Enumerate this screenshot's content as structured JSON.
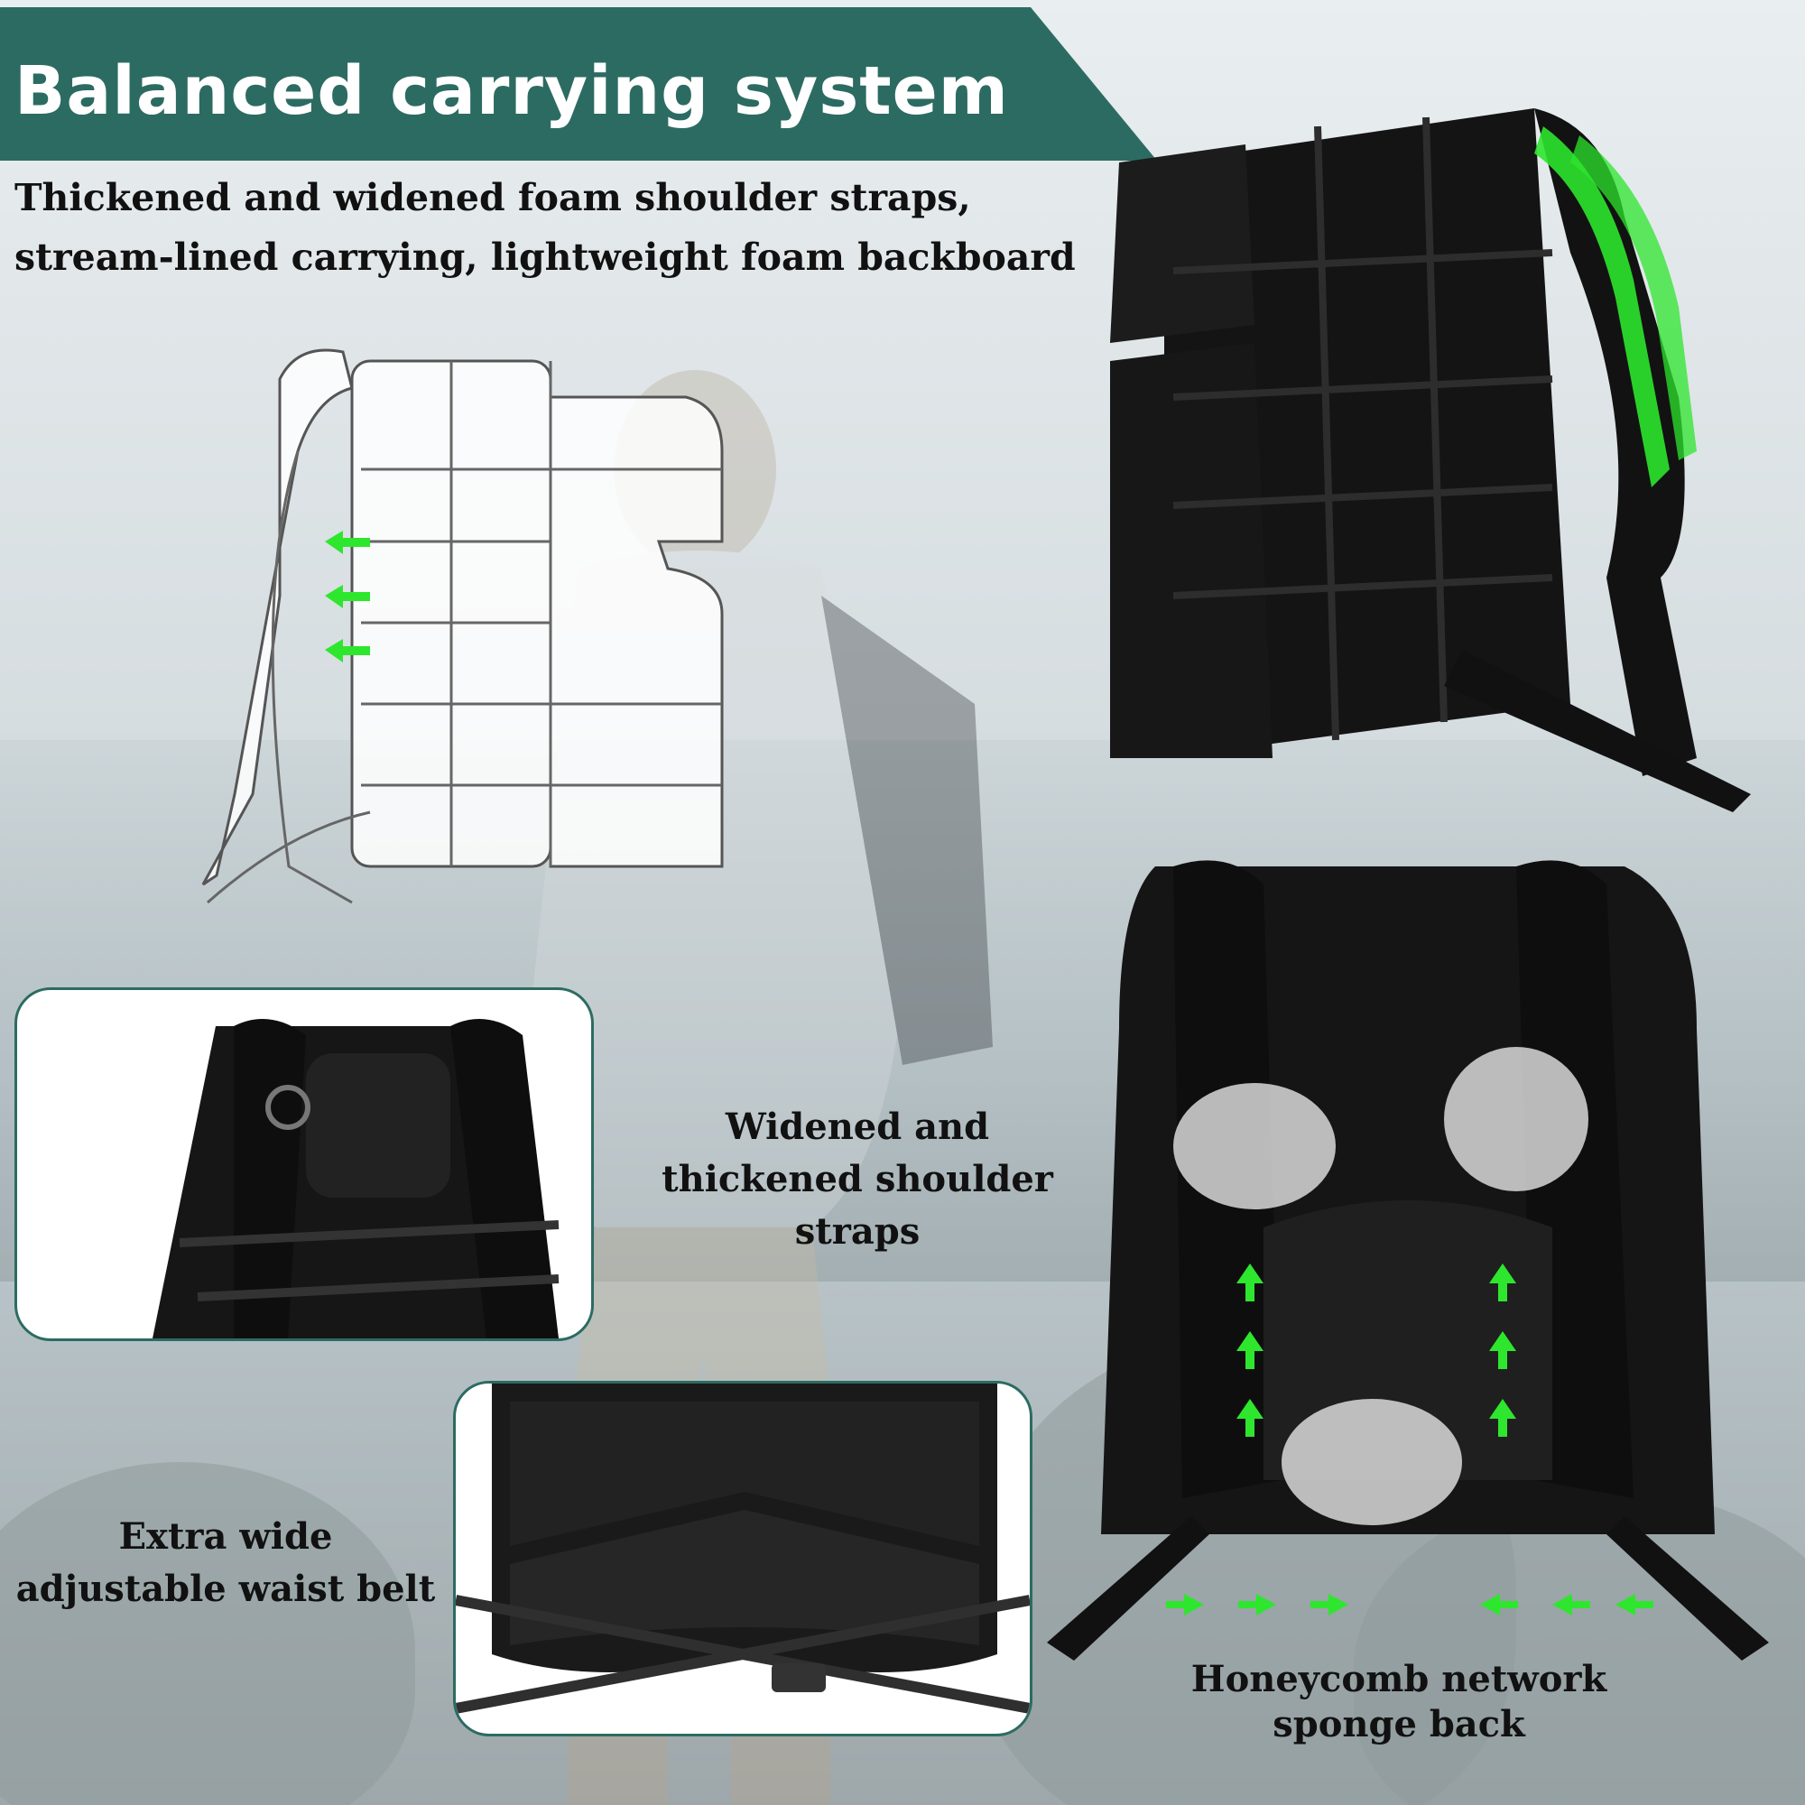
{
  "banner": {
    "title": "Balanced carrying system",
    "color": "#2c6b62"
  },
  "subtitle": "Thickened and widened foam shoulder straps, stream-lined carrying, lightweight foam backboard",
  "features": {
    "shoulder_straps": "Widened and thickened shoulder straps",
    "waist_belt": "Extra wide adjustable waist belt",
    "back_panel": "Honeycomb network sponge back"
  },
  "colors": {
    "accent_green": "#2ee62e",
    "inset_border": "#2c6b62"
  }
}
